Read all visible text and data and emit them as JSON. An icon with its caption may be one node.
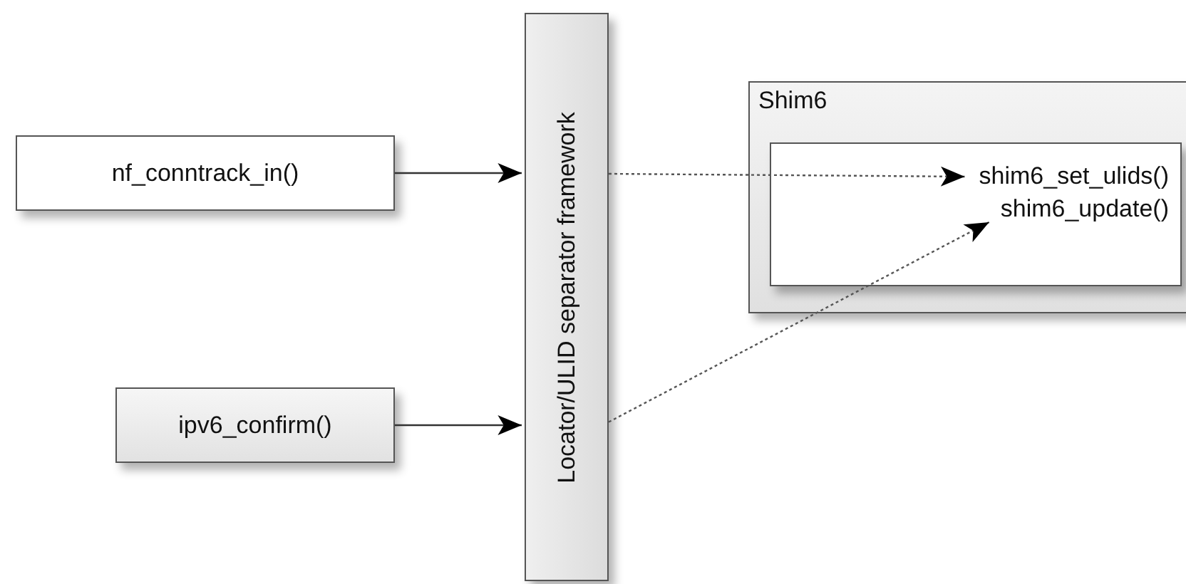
{
  "diagram": {
    "nodes": [
      {
        "text": [
          "nf_conntrack_in()"
        ]
      },
      {
        "text": [
          "ipv6_confirm()"
        ]
      },
      {
        "text": [
          "Locator/ULID separator framework"
        ]
      },
      {
        "text": [
          "Shim6"
        ]
      },
      {
        "text": [],
        "shape": "box",
        "in": 3
      },
      {
        "text": [
          "shim6_set_ulids()"
        ],
        "in": 4
      },
      {
        "text": [
          "shim6_update()"
        ],
        "in": 4
      }
    ],
    "edges": [
      {
        "from": 0,
        "to": 2,
        "arrow": "to"
      },
      {
        "from": 1,
        "to": 2,
        "arrow": "to"
      },
      {
        "from": 2,
        "to": 5,
        "arrow": "to",
        "style": "dashed"
      },
      {
        "from": 2,
        "to": 6,
        "arrow": "to",
        "style": "dashed"
      }
    ]
  }
}
